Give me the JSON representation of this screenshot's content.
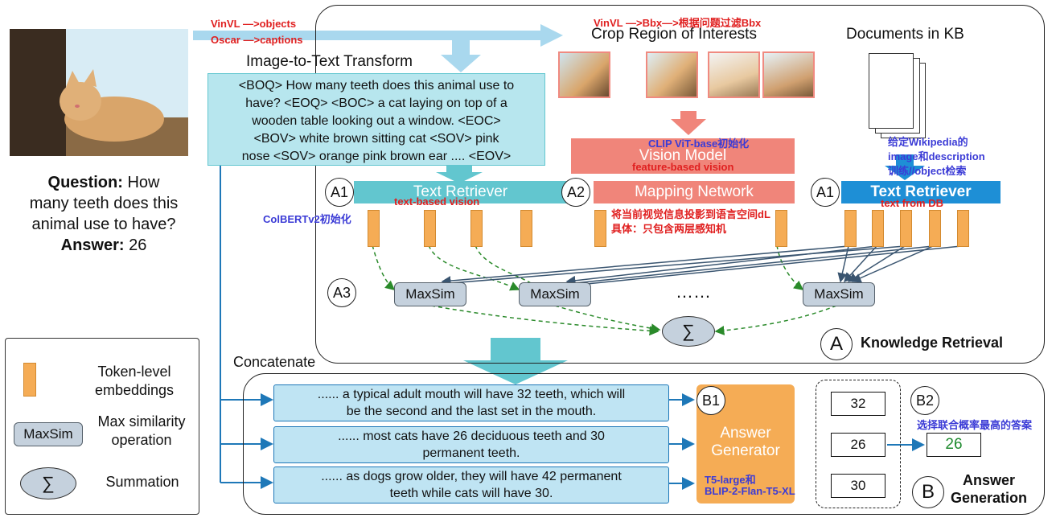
{
  "question_panel": {
    "question_label": "Question:",
    "question_text_1": "How",
    "question_text_2": "many teeth does this",
    "question_text_3": "animal use to have?",
    "answer_label": "Answer:",
    "answer_value": "26"
  },
  "image_to_text": {
    "title": "Image-to-Text Transform",
    "lines": [
      "<BOQ> How many teeth does this animal use to",
      "have? <EOQ> <BOC> a cat laying on top of a",
      "wooden table looking out a window.  <EOC>",
      "<BOV> white brown sitting cat <SOV> pink",
      "nose <SOV> orange pink brown ear .... <EOV>"
    ]
  },
  "crop_regions": {
    "title": "Crop Region of Interests"
  },
  "documents": {
    "title": "Documents in KB"
  },
  "modules": {
    "text_retriever_left": "Text Retriever",
    "vision_model": "Vision Model",
    "mapping_network": "Mapping Network",
    "text_retriever_right": "Text Retriever",
    "maxsim": [
      "MaxSim",
      "MaxSim",
      "MaxSim"
    ],
    "ellipsis": "……",
    "sum_symbol": "∑"
  },
  "labels": {
    "a1_left": "A1",
    "a2": "A2",
    "a1_right": "A1",
    "a3": "A3",
    "a": "A",
    "knowledge_retrieval": "Knowledge Retrieval",
    "concatenate": "Concatenate",
    "b1": "B1",
    "b2": "B2",
    "b": "B",
    "answer_generation_1": "Answer",
    "answer_generation_2": "Generation",
    "answer_generator_1": "Answer",
    "answer_generator_2": "Generator"
  },
  "passages": [
    [
      "...... a typical adult mouth will have 32 teeth, which will",
      "be the second and the last set in the mouth."
    ],
    [
      "...... most cats have 26 deciduous teeth and 30",
      "permanent teeth."
    ],
    [
      "...... as dogs grow older, they will have 42 permanent",
      "teeth while cats will have 30."
    ]
  ],
  "candidate_answers": [
    "32",
    "26",
    "30"
  ],
  "final_answer": "26",
  "legend": {
    "token_1": "Token-level",
    "token_2": "embeddings",
    "maxsim_icon": "MaxSim",
    "maxsim_1": "Max similarity",
    "maxsim_2": "operation",
    "sum_symbol": "∑",
    "summation": "Summation"
  },
  "annotations": {
    "vinvl_objects": "VinVL —>objects",
    "oscar_captions": "Oscar —>captions",
    "vinvl_bbx": "VinVL —>Bbx—>根据问题过滤Bbx",
    "clip": "CLIP ViT-base初始化",
    "feature_vision": "feature-based vision",
    "text_vision": "text-based vision",
    "colbert": "ColBERTv2初始化",
    "mapping_1": "将当前视觉信息投影到语言空间dL",
    "mapping_2": "具体：只包含两层感知机",
    "wiki_1": "给定Wikipedia的",
    "wiki_2": "image和description",
    "wiki_3": "训练//object检索",
    "text_db": "text from DB",
    "select_answer": "选择联合概率最高的答案",
    "t5_1": "T5-large和",
    "t5_2": "BLIP-2-Flan-T5-XL"
  },
  "colors": {
    "teal": "#62c6cf",
    "salmon": "#f0857a",
    "blue": "#1e8fd6",
    "orange": "#f5ac55",
    "annotation_red": "#e02020",
    "annotation_blue": "#3b3bd6"
  }
}
